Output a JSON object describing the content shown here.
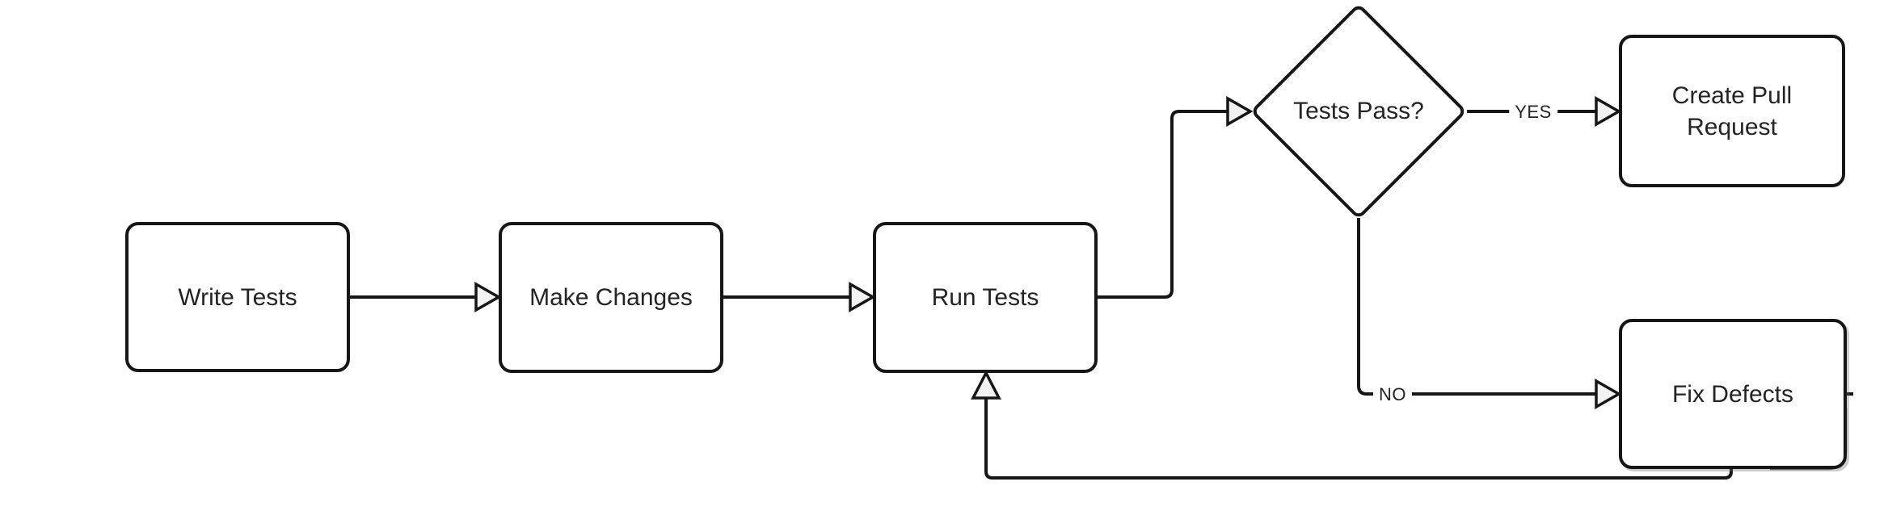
{
  "diagram": {
    "type": "flowchart",
    "background": "#ffffff",
    "colors": {
      "stroke": "#161616",
      "node_fill": "#ffffff",
      "arrowhead_fill": "#f2f2f2",
      "text": "#242424",
      "shadow": "#4a4a4a"
    },
    "nodes": [
      {
        "id": "write-tests",
        "label": "Write Tests",
        "shape": "rounded-rectangle"
      },
      {
        "id": "make-changes",
        "label": "Make Changes",
        "shape": "rounded-rectangle"
      },
      {
        "id": "run-tests",
        "label": "Run Tests",
        "shape": "rounded-rectangle"
      },
      {
        "id": "tests-pass",
        "label": "Tests Pass?",
        "shape": "diamond"
      },
      {
        "id": "create-pull-request",
        "label": "Create Pull Request",
        "shape": "rounded-rectangle"
      },
      {
        "id": "fix-defects",
        "label": "Fix Defects",
        "shape": "rounded-rectangle"
      }
    ],
    "edges": [
      {
        "from": "write-tests",
        "to": "make-changes",
        "label": ""
      },
      {
        "from": "make-changes",
        "to": "run-tests",
        "label": ""
      },
      {
        "from": "run-tests",
        "to": "tests-pass",
        "label": ""
      },
      {
        "from": "tests-pass",
        "to": "create-pull-request",
        "label": "YES"
      },
      {
        "from": "tests-pass",
        "to": "fix-defects",
        "label": "NO"
      },
      {
        "from": "fix-defects",
        "to": "run-tests",
        "label": ""
      }
    ]
  }
}
